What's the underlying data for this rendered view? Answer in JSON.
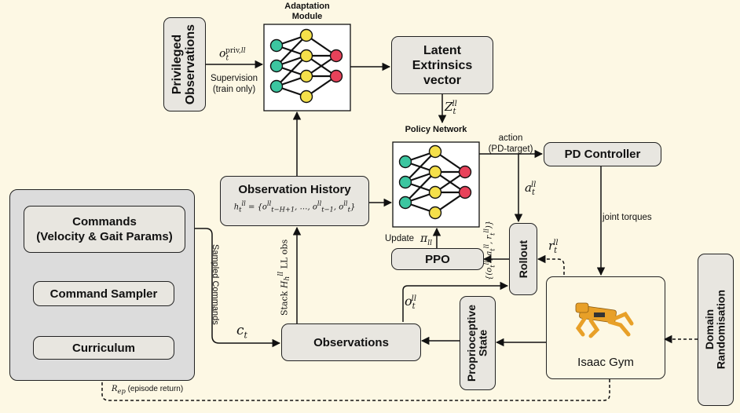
{
  "adaptation_module": {
    "title_line1": "Adaptation",
    "title_line2": "Module"
  },
  "privileged_observations": {
    "line1": "Privileged",
    "line2": "Observations"
  },
  "priv_obs_symbol": "o_t^{priv,ll}",
  "supervision": {
    "line1": "Supervision",
    "line2": "(train only)"
  },
  "latent": {
    "line1": "Latent",
    "line2": "Extrinsics",
    "line3": "vector"
  },
  "latent_symbol": "Z_t^ll",
  "policy_network": {
    "title": "Policy Network"
  },
  "action": {
    "line1": "action",
    "line2": "(PD-target)"
  },
  "pd_controller": {
    "label": "PD Controller"
  },
  "action_symbol": "a_t^ll",
  "joint_torques": "joint torques",
  "observation_history": {
    "title": "Observation History",
    "formula": "h_t^ll = {o^ll_{t-H+1}, ..., o^ll_{t-1}, o^ll_t}"
  },
  "update_label": "Update",
  "update_symbol": "π_ll",
  "ppo": "PPO",
  "rollout": "Rollout",
  "rollout_set": "{(o_t^ll, a_t^ll, r_t^ll)}",
  "reward_symbol": "r_t^ll",
  "stack_label": "Stack H_h^ll LL obs",
  "commands": {
    "line1": "Commands",
    "line2": "(Velocity & Gait Params)"
  },
  "command_sampler": "Command Sampler",
  "curriculum": "Curriculum",
  "sampled_commands": "Sampled Commands",
  "c_symbol": "c_t",
  "observations": "Observations",
  "obs_symbol": "o_t^ll",
  "proprioceptive": {
    "line1": "Proprioceptive",
    "line2": "State"
  },
  "isaac_gym": "Isaac Gym",
  "domain_randomisation": {
    "line1": "Domain",
    "line2": "Randomisation"
  },
  "episode_return": "R_ep (episode return)",
  "colors": {
    "background": "#fdf8e4",
    "box": "#e8e6e0",
    "panel": "#dcdcdc",
    "node_teal": "#3cc6a0",
    "node_yellow": "#f5e04a",
    "node_red": "#e8425a",
    "robot": "#e8a028"
  }
}
